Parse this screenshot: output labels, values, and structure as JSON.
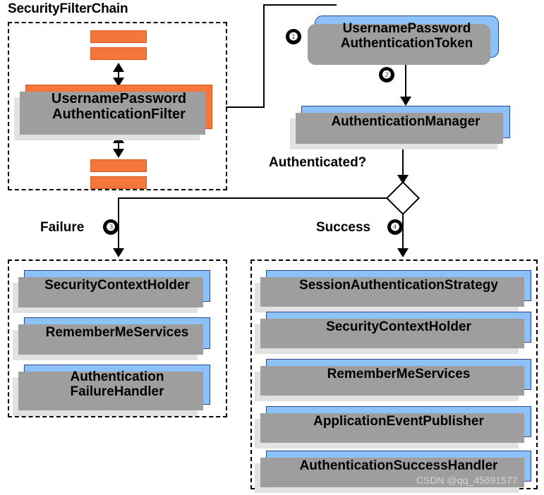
{
  "diagram": {
    "title": "Spring Security UsernamePasswordAuthenticationFilter flow",
    "watermark": "CSDN @qq_45691577",
    "colors": {
      "blue_fill": "#8cc2f7",
      "blue_border": "#2a4a8c",
      "orange_fill": "#f4763b",
      "orange_border": "#d8551c",
      "shadow_mid": "#9e9e9e",
      "shadow_outer": "#e2e2e2",
      "stroke": "#000000"
    }
  },
  "groups": {
    "filter_chain": {
      "title": "SecurityFilterChain"
    },
    "failure_group": {
      "title": ""
    },
    "success_group": {
      "title": ""
    }
  },
  "nodes": {
    "filter_stub_top_1": {
      "label": ""
    },
    "filter_stub_top_2": {
      "label": ""
    },
    "filter_stub_bottom_1": {
      "label": ""
    },
    "filter_stub_bottom_2": {
      "label": ""
    },
    "username_password_authentication_filter": {
      "line1": "UsernamePassword",
      "line2": "AuthenticationFilter"
    },
    "username_password_authentication_token": {
      "line1": "UsernamePassword",
      "line2": "AuthenticationToken"
    },
    "authentication_manager": {
      "label": "AuthenticationManager"
    }
  },
  "decision": {
    "question": "Authenticated?",
    "failure_label": "Failure",
    "success_label": "Success"
  },
  "badges": {
    "step1": "❶",
    "step2": "❷",
    "step3": "❸",
    "step4": "❹"
  },
  "failure_path": {
    "items": [
      {
        "line1": "SecurityContextHolder",
        "line2": ""
      },
      {
        "line1": "RememberMeServices",
        "line2": ""
      },
      {
        "line1": "Authentication",
        "line2": "FailureHandler"
      }
    ]
  },
  "success_path": {
    "items": [
      {
        "label": "SessionAuthenticationStrategy"
      },
      {
        "label": "SecurityContextHolder"
      },
      {
        "label": "RememberMeServices"
      },
      {
        "label": "ApplicationEventPublisher"
      },
      {
        "label": "AuthenticationSuccessHandler"
      }
    ]
  }
}
